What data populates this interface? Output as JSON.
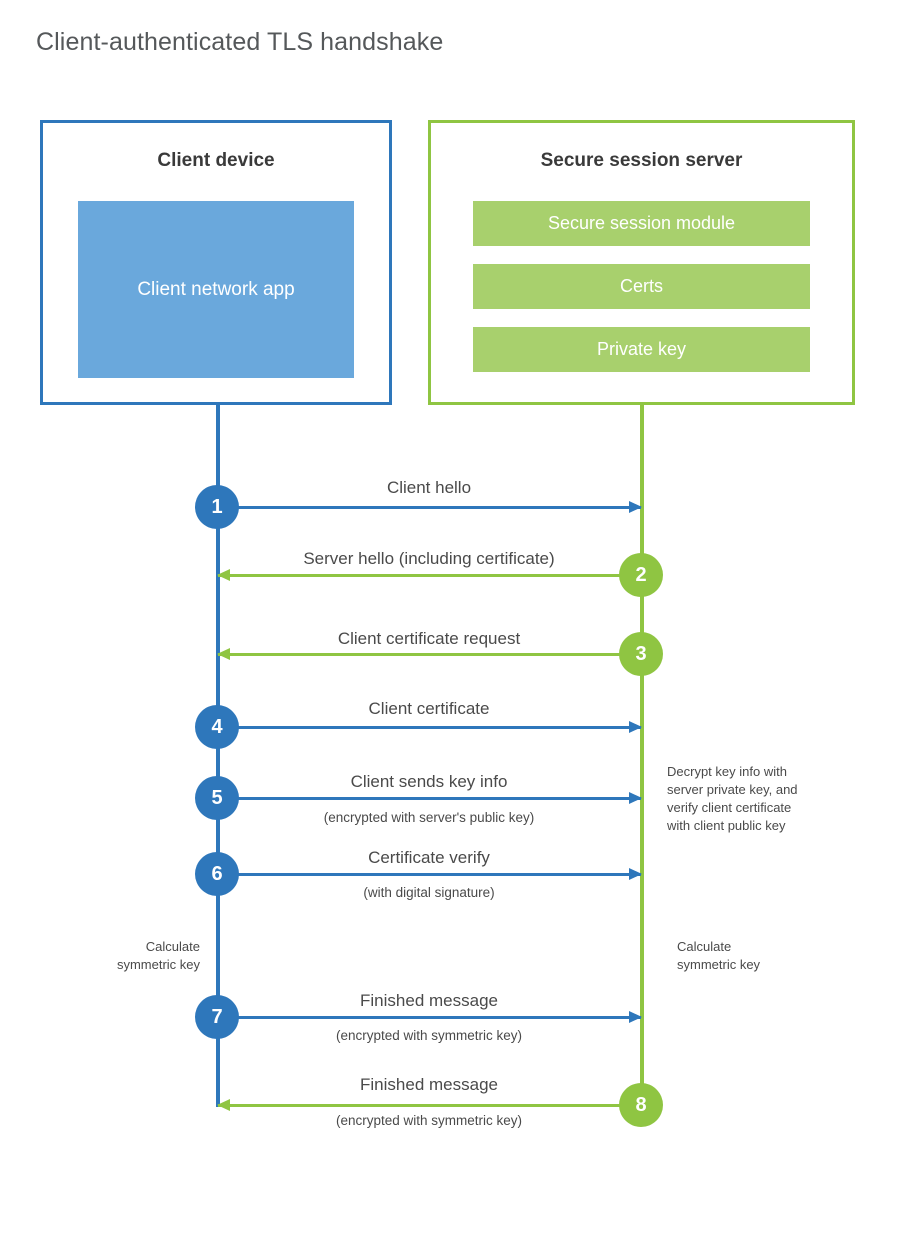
{
  "title": "Client-authenticated TLS handshake",
  "colors": {
    "blue_line": "#2e77bb",
    "green_line": "#8fc542",
    "blue_fill": "#6aa8dc",
    "green_fill": "#a8d06d",
    "title_text": "#55585a",
    "body_text": "#4a4a4a"
  },
  "client": {
    "title": "Client device",
    "app_label": "Client network app"
  },
  "server": {
    "title": "Secure session server",
    "components": [
      "Secure session module",
      "Certs",
      "Private key"
    ]
  },
  "notes": {
    "client_calculate": "Calculate\nsymmetric key",
    "client_calculate_line1": "Calculate",
    "client_calculate_line2": "symmetric key",
    "server_decrypt": "Decrypt key info with server private key, and verify client certificate with client public key",
    "server_decrypt_line1": "Decrypt key info with",
    "server_decrypt_line2": "server private key, and",
    "server_decrypt_line3": "verify client certificate",
    "server_decrypt_line4": "with client public key",
    "server_calculate_line1": "Calculate",
    "server_calculate_line2": "symmetric key"
  },
  "steps": [
    {
      "number": "1",
      "label": "Client hello",
      "sublabel": "",
      "direction": "client-to-server",
      "color": "blue"
    },
    {
      "number": "2",
      "label": "Server hello (including certificate)",
      "sublabel": "",
      "direction": "server-to-client",
      "color": "green"
    },
    {
      "number": "3",
      "label": "Client certificate request",
      "sublabel": "",
      "direction": "server-to-client",
      "color": "green"
    },
    {
      "number": "4",
      "label": "Client certificate",
      "sublabel": "",
      "direction": "client-to-server",
      "color": "blue"
    },
    {
      "number": "5",
      "label": "Client sends key info",
      "sublabel": "(encrypted with server's public key)",
      "direction": "client-to-server",
      "color": "blue"
    },
    {
      "number": "6",
      "label": "Certificate verify",
      "sublabel": "(with digital signature)",
      "direction": "client-to-server",
      "color": "blue"
    },
    {
      "number": "7",
      "label": "Finished message",
      "sublabel": "(encrypted with symmetric key)",
      "direction": "client-to-server",
      "color": "blue"
    },
    {
      "number": "8",
      "label": "Finished message",
      "sublabel": "(encrypted with symmetric key)",
      "direction": "server-to-client",
      "color": "green"
    }
  ]
}
